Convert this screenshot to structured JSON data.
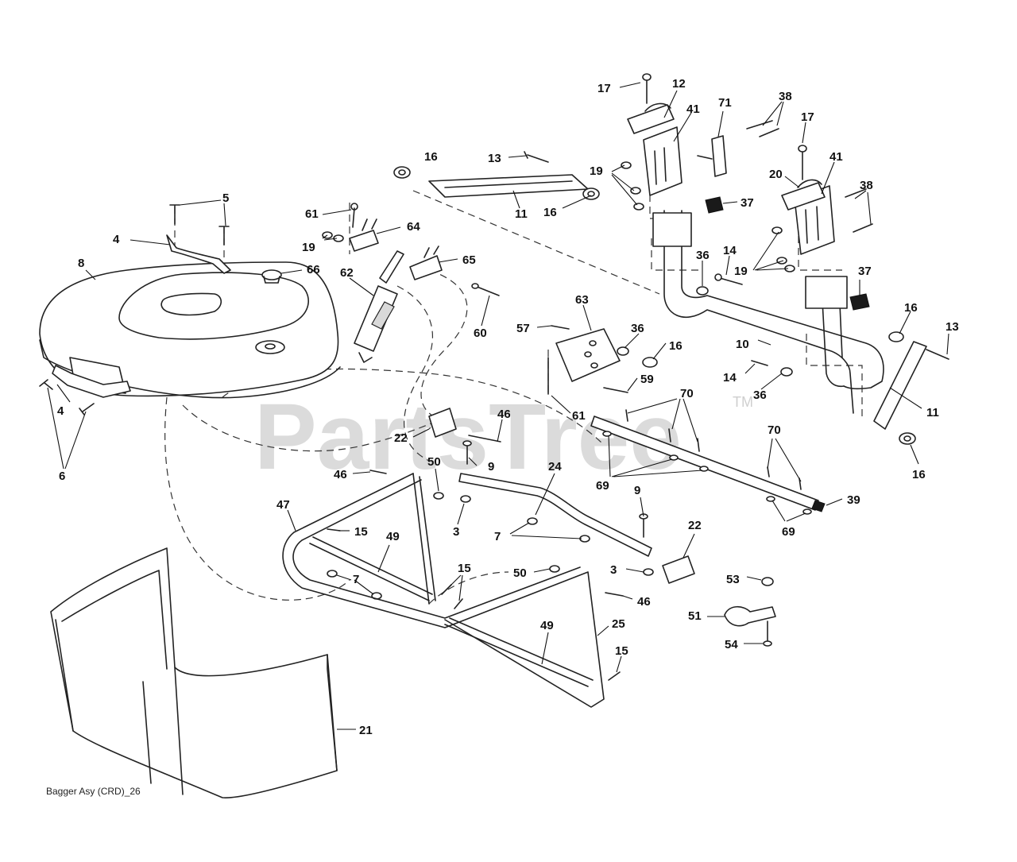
{
  "watermark": {
    "text": "PartsTree",
    "trademark": "TM"
  },
  "caption": "Bagger Asy (CRD)_26",
  "callouts": {
    "c17a": "17",
    "c12": "12",
    "c41a": "41",
    "c71": "71",
    "c38a": "38",
    "c17b": "17",
    "c13a": "13",
    "c16a": "16",
    "c19a": "19",
    "c20": "20",
    "c41b": "41",
    "c38b": "38",
    "c37a": "37",
    "c11a": "11",
    "c16b": "16",
    "c5": "5",
    "c61a": "61",
    "c64": "64",
    "c4a": "4",
    "c19b": "19",
    "c65": "65",
    "c14a": "14",
    "c36a": "36",
    "c19c": "19",
    "c37b": "37",
    "c8": "8",
    "c66": "66",
    "c62": "62",
    "c63": "63",
    "c16c": "16",
    "c13b": "13",
    "c57": "57",
    "c36b": "36",
    "c16d": "16",
    "c60": "60",
    "c10": "10",
    "c59": "59",
    "c14b": "14",
    "c36c": "36",
    "c70a": "70",
    "c11b": "11",
    "c4b": "4",
    "c61b": "61",
    "c46a": "46",
    "c22a": "22",
    "c9a": "9",
    "c24": "24",
    "c70b": "70",
    "c6": "6",
    "c50a": "50",
    "c46b": "46",
    "c69a": "69",
    "c39": "39",
    "c16e": "16",
    "c47": "47",
    "c15a": "15",
    "c49a": "49",
    "c3a": "3",
    "c7a": "7",
    "c9b": "9",
    "c69b": "69",
    "c22b": "22",
    "c15b": "15",
    "c7b": "7",
    "c50b": "50",
    "c3b": "3",
    "c53": "53",
    "c46c": "46",
    "c51": "51",
    "c49b": "49",
    "c25": "25",
    "c54": "54",
    "c15c": "15",
    "c21": "21"
  },
  "colors": {
    "line": "#222222",
    "watermark": "#cfcfcf",
    "background": "#ffffff"
  }
}
